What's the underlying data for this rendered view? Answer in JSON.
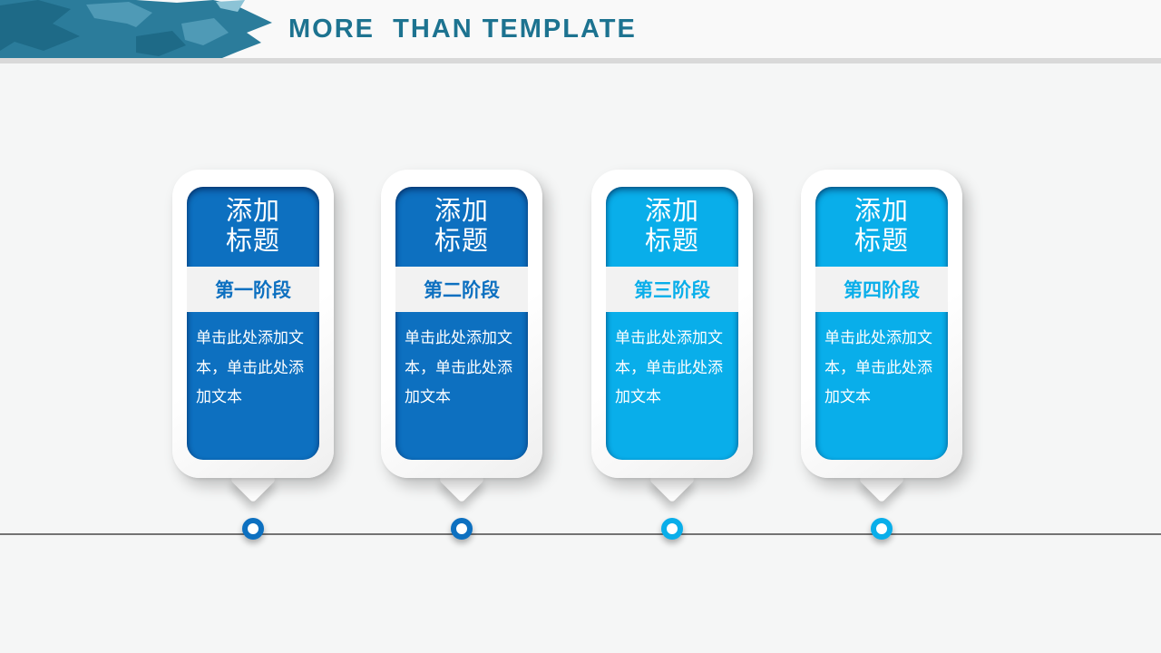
{
  "header": {
    "title": "MORE  THAN TEMPLATE",
    "title_color": "#1d7390",
    "map_colors": [
      "#1e6a87",
      "#2b7c9b",
      "#4f9ab6",
      "#8cc3d6"
    ]
  },
  "colors": {
    "dark_blue_accent": "#0d70c0",
    "light_blue_accent": "#09aeea",
    "stage_band_gray": "#f2f2f2",
    "divider_gray": "#d9d9d9"
  },
  "cards": [
    {
      "title": "添加\n标题",
      "stage": "第一阶段",
      "body": "单击此处添加文本，单击此处添加文本",
      "accent": "#0d70c0"
    },
    {
      "title": "添加\n标题",
      "stage": "第二阶段",
      "body": "单击此处添加文本，单击此处添加文本",
      "accent": "#0d70c0"
    },
    {
      "title": "添加\n标题",
      "stage": "第三阶段",
      "body": "单击此处添加文本，单击此处添加文本",
      "accent": "#09aeea"
    },
    {
      "title": "添加\n标题",
      "stage": "第四阶段",
      "body": "单击此处添加文本，单击此处添加文本",
      "accent": "#09aeea"
    }
  ],
  "timeline": {
    "line_color": "#737373",
    "node_fill": "#ffffff",
    "node_count": 4
  }
}
